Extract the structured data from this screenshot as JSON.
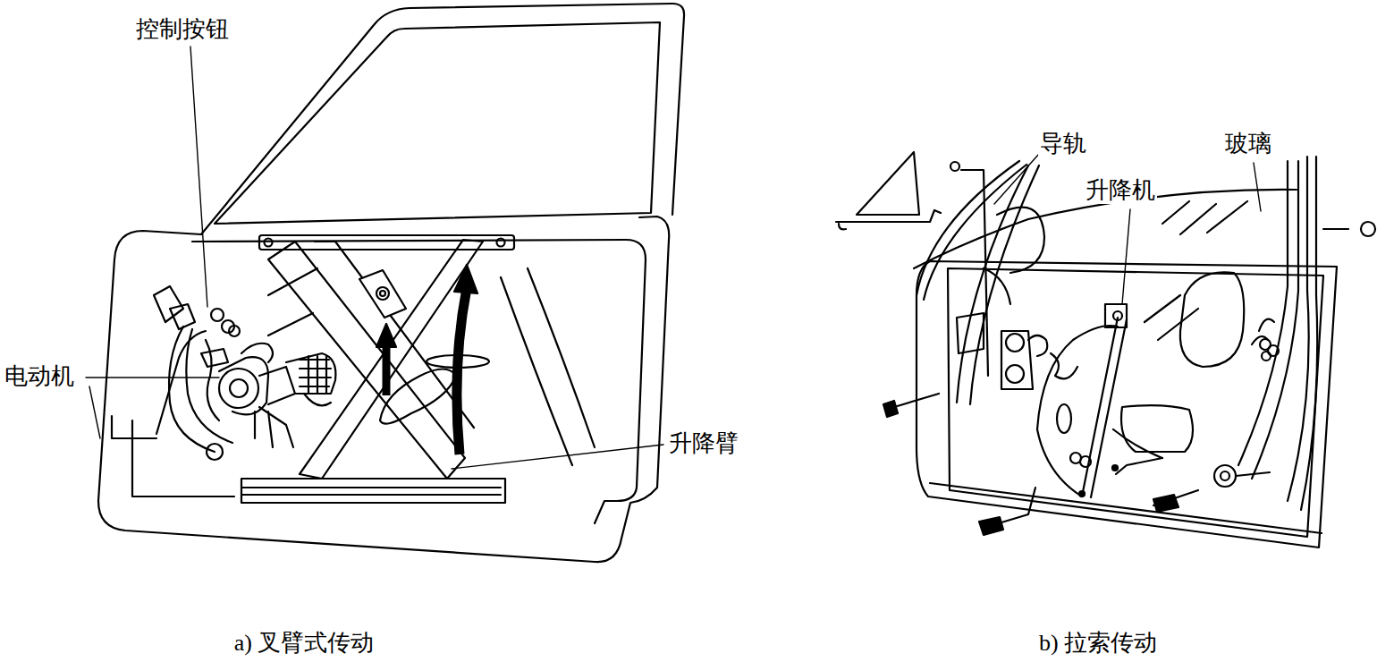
{
  "diagram": {
    "labels": [
      "控制按钮",
      "电动机",
      "升降臂",
      "导轨",
      "升降机",
      "玻璃",
      "a) 叉臂式传动",
      "b) 拉索传动"
    ]
  }
}
